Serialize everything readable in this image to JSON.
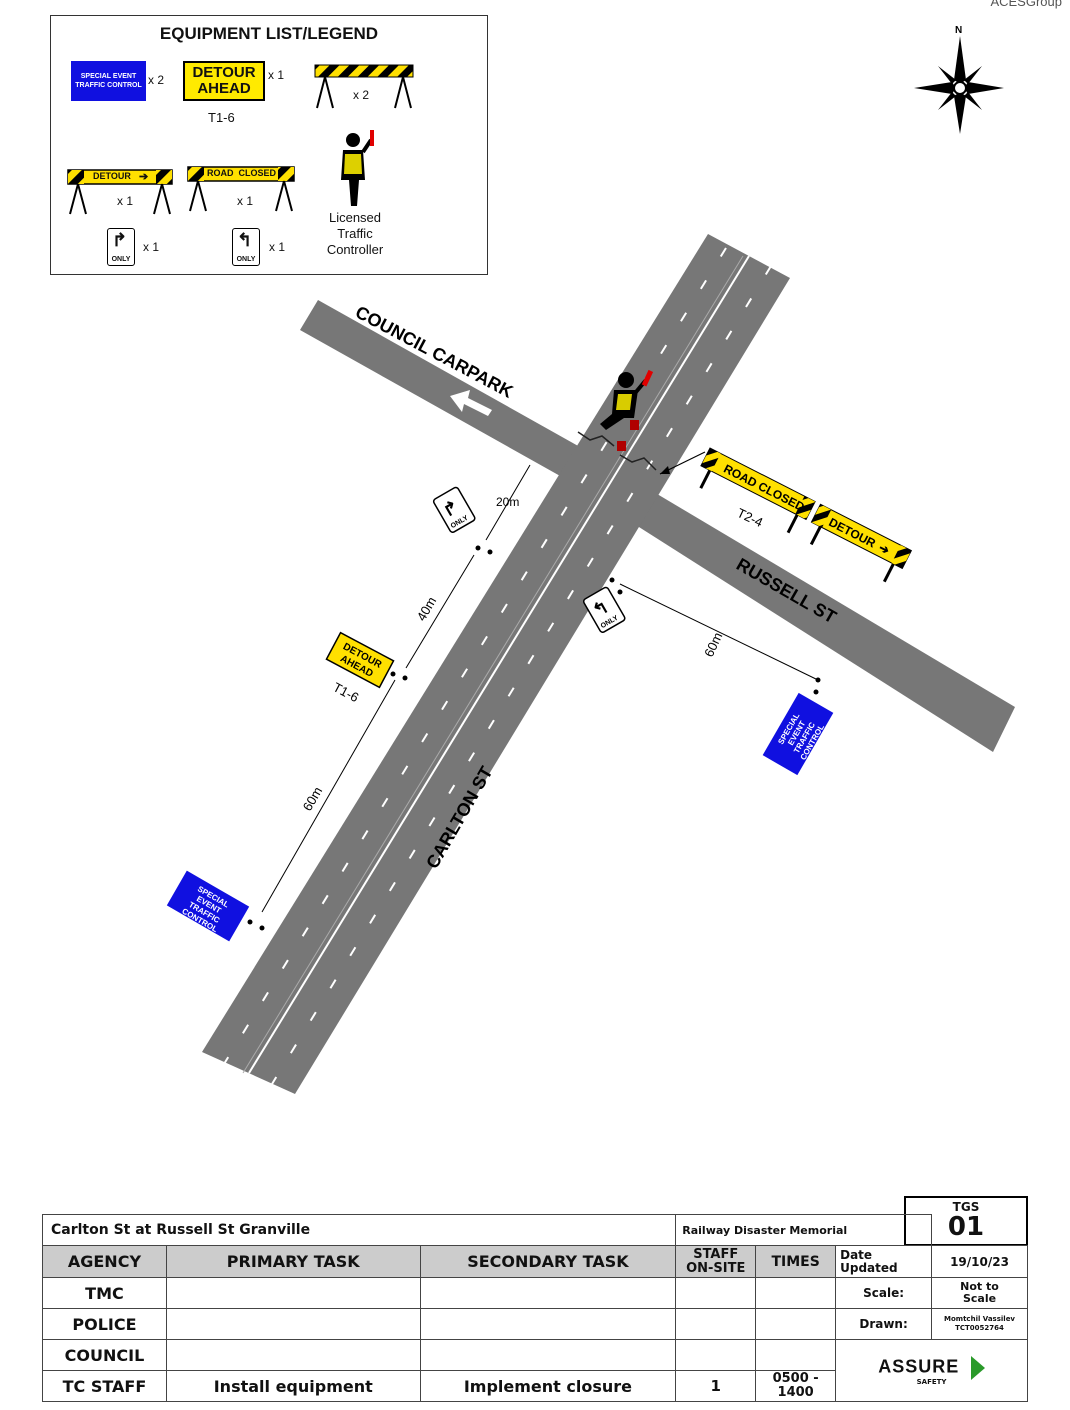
{
  "corner_text": "ACESGroup",
  "north": "N",
  "legend": {
    "title": "EQUIPMENT LIST/LEGEND",
    "set_sign_text": "SPECIAL EVENT TRAFFIC CONTROL",
    "set_qty": "x 2",
    "detour_ahead_line1": "DETOUR",
    "detour_ahead_line2": "AHEAD",
    "detour_ahead_qty": "x 1",
    "detour_ahead_code": "T1-6",
    "barrier_qty": "x 2",
    "detour_barrier_text": "DETOUR",
    "detour_barrier_qty": "x 1",
    "road_closed_text": "ROAD  CLOSED",
    "road_closed_qty": "x 1",
    "right_only_qty": "x 1",
    "left_only_qty": "x 1",
    "only_text": "ONLY",
    "controller_line1": "Licensed",
    "controller_line2": "Traffic",
    "controller_line3": "Controller"
  },
  "map": {
    "council_carpark": "COUNCIL CARPARK",
    "russell_st": "RUSSELL ST",
    "carlton_st": "CARLTON ST",
    "road_closed_text": "ROAD CLOSED",
    "detour_text": "DETOUR",
    "t24": "T2-4",
    "t16": "T1-6",
    "detour_ahead_line1": "DETOUR",
    "detour_ahead_line2": "AHEAD",
    "set_line1": "SPECIAL",
    "set_line2": "EVENT",
    "set_line3": "TRAFFIC",
    "set_line4": "CONTROL",
    "only_text": "ONLY",
    "dim_20m": "20m",
    "dim_40m": "40m",
    "dim_60m_a": "60m",
    "dim_60m_b": "60m"
  },
  "titleblock": {
    "location": "Carlton St at Russell St Granville",
    "event": "Railway Disaster Memorial",
    "tgs_label": "TGS",
    "tgs_number": "01",
    "headers": {
      "agency": "AGENCY",
      "primary": "PRIMARY TASK",
      "secondary": "SECONDARY TASK",
      "staff1": "STAFF",
      "staff2": "ON-SITE",
      "times": "TIMES",
      "date1": "Date",
      "date2": "Updated",
      "date_value": "19/10/23"
    },
    "rows": [
      {
        "agency": "TMC",
        "primary": "",
        "secondary": "",
        "staff": "",
        "times": "",
        "meta_label": "Scale:",
        "meta_value1": "Not to",
        "meta_value2": "Scale"
      },
      {
        "agency": "POLICE",
        "primary": "",
        "secondary": "",
        "staff": "",
        "times": "",
        "meta_label": "Drawn:",
        "meta_value1": "Momtchil Vassilev",
        "meta_value2": "TCT0052764"
      },
      {
        "agency": "COUNCIL",
        "primary": "",
        "secondary": "",
        "staff": "",
        "times": ""
      },
      {
        "agency": "TC STAFF",
        "primary": "Install equipment",
        "secondary": "Implement closure",
        "staff": "1",
        "times1": "0500 -",
        "times2": "1400"
      }
    ],
    "logo_main": "ASSURE",
    "logo_sub": "SAFETY"
  }
}
